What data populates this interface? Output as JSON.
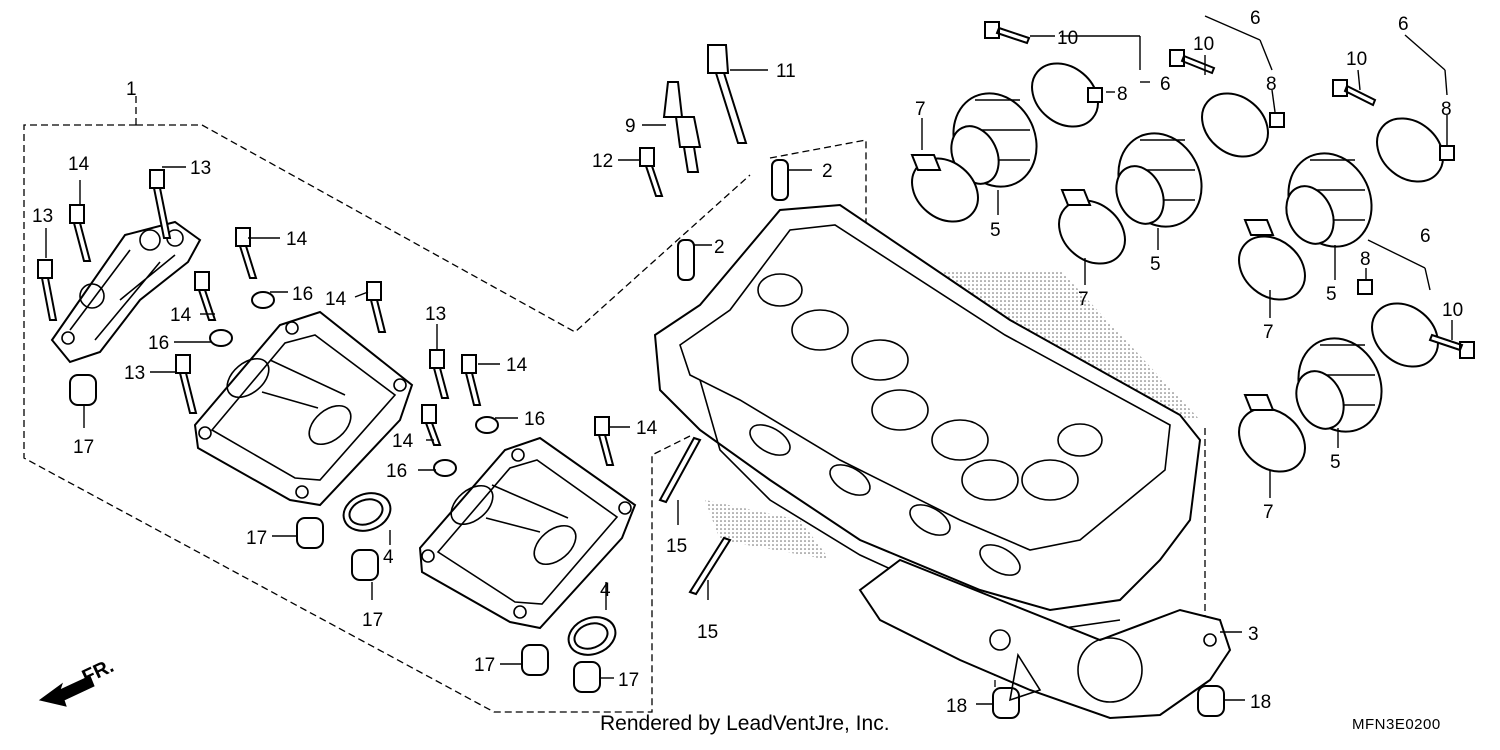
{
  "diagram": {
    "callouts": [
      {
        "id": "c1",
        "text": "1"
      },
      {
        "id": "c2a",
        "text": "2"
      },
      {
        "id": "c2b",
        "text": "2"
      },
      {
        "id": "c3",
        "text": "3"
      },
      {
        "id": "c4a",
        "text": "4"
      },
      {
        "id": "c4b",
        "text": "4"
      },
      {
        "id": "c5a",
        "text": "5"
      },
      {
        "id": "c5b",
        "text": "5"
      },
      {
        "id": "c5c",
        "text": "5"
      },
      {
        "id": "c5d",
        "text": "5"
      },
      {
        "id": "c6a",
        "text": "6"
      },
      {
        "id": "c6b",
        "text": "6"
      },
      {
        "id": "c6c",
        "text": "6"
      },
      {
        "id": "c6d",
        "text": "6"
      },
      {
        "id": "c7a",
        "text": "7"
      },
      {
        "id": "c7b",
        "text": "7"
      },
      {
        "id": "c7c",
        "text": "7"
      },
      {
        "id": "c7d",
        "text": "7"
      },
      {
        "id": "c8a",
        "text": "8"
      },
      {
        "id": "c8b",
        "text": "8"
      },
      {
        "id": "c8c",
        "text": "8"
      },
      {
        "id": "c8d",
        "text": "8"
      },
      {
        "id": "c9",
        "text": "9"
      },
      {
        "id": "c10a",
        "text": "10"
      },
      {
        "id": "c10b",
        "text": "10"
      },
      {
        "id": "c10c",
        "text": "10"
      },
      {
        "id": "c10d",
        "text": "10"
      },
      {
        "id": "c11",
        "text": "11"
      },
      {
        "id": "c12",
        "text": "12"
      },
      {
        "id": "c13a",
        "text": "13"
      },
      {
        "id": "c13b",
        "text": "13"
      },
      {
        "id": "c13c",
        "text": "13"
      },
      {
        "id": "c13d",
        "text": "13"
      },
      {
        "id": "c14a",
        "text": "14"
      },
      {
        "id": "c14b",
        "text": "14"
      },
      {
        "id": "c14c",
        "text": "14"
      },
      {
        "id": "c14d",
        "text": "14"
      },
      {
        "id": "c14e",
        "text": "14"
      },
      {
        "id": "c14f",
        "text": "14"
      },
      {
        "id": "c14g",
        "text": "14"
      },
      {
        "id": "c15a",
        "text": "15"
      },
      {
        "id": "c15b",
        "text": "15"
      },
      {
        "id": "c16a",
        "text": "16"
      },
      {
        "id": "c16b",
        "text": "16"
      },
      {
        "id": "c16c",
        "text": "16"
      },
      {
        "id": "c16d",
        "text": "16"
      },
      {
        "id": "c17a",
        "text": "17"
      },
      {
        "id": "c17b",
        "text": "17"
      },
      {
        "id": "c17c",
        "text": "17"
      },
      {
        "id": "c17d",
        "text": "17"
      },
      {
        "id": "c17e",
        "text": "17"
      },
      {
        "id": "c18a",
        "text": "18"
      },
      {
        "id": "c18b",
        "text": "18"
      }
    ],
    "direction_label": "FR.",
    "credit": "Rendered by LeadVentJre, Inc.",
    "diagram_code": "MFN3E0200"
  }
}
